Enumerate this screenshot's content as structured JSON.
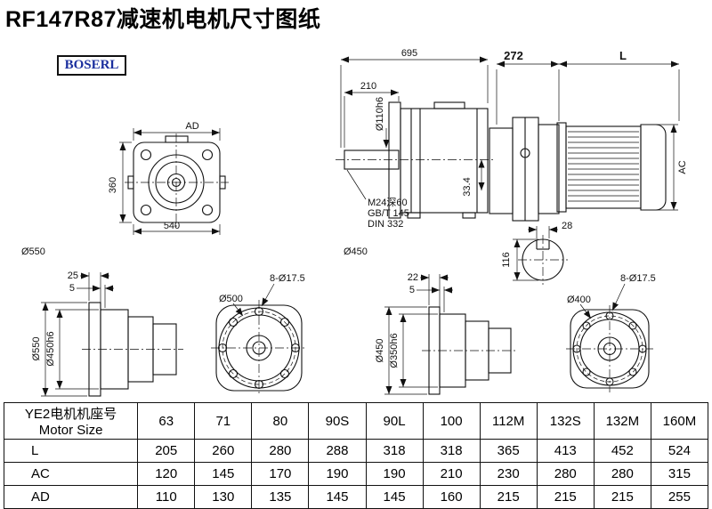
{
  "page": {
    "title": "RF147R87减速机电机尺寸图纸",
    "brand": "BOSERL"
  },
  "colors": {
    "brand_blue": "#1b2f9e",
    "line_black": "#111111"
  },
  "front_view": {
    "dim_width_label": "AD",
    "dim_height": "360",
    "dim_base": "540",
    "flange_dia": "Ø550"
  },
  "side_view": {
    "dim_total": "695",
    "dim_shaft_len": "210",
    "shaft_dia": "Ø110h6",
    "tap_note": "M24深60",
    "std_note1": "GB/T 145",
    "std_note2": "DIN 332",
    "dim_key": "33.4",
    "flange_dia": "Ø450"
  },
  "motor_view": {
    "dim_adapter": "272",
    "dim_motor_len": "L",
    "dim_motor_dia": "AC",
    "dim_key_width": "28",
    "dim_shaft_height": "116"
  },
  "flange_side_a": {
    "dim_thickness": "25",
    "dim_step": "5",
    "outer_dia": "Ø550",
    "spigot_dia": "Ø450h6"
  },
  "flange_front_a": {
    "holes": "8-Ø17.5",
    "bolt_circle": "Ø500"
  },
  "flange_side_b": {
    "dim_thickness": "22",
    "dim_step": "5",
    "outer_dia": "Ø450",
    "spigot_dia": "Ø350h6"
  },
  "flange_front_b": {
    "holes": "8-Ø17.5",
    "bolt_circle": "Ø400"
  },
  "table": {
    "header_cn": "YE2电机机座号",
    "header_en": "Motor Size",
    "columns": [
      "63",
      "71",
      "80",
      "90S",
      "90L",
      "100",
      "112M",
      "132S",
      "132M",
      "160M"
    ],
    "rows": [
      {
        "label": "L",
        "values": [
          "205",
          "260",
          "280",
          "288",
          "318",
          "318",
          "365",
          "413",
          "452",
          "524"
        ]
      },
      {
        "label": "AC",
        "values": [
          "120",
          "145",
          "170",
          "190",
          "190",
          "210",
          "230",
          "280",
          "280",
          "315"
        ]
      },
      {
        "label": "AD",
        "values": [
          "110",
          "130",
          "135",
          "145",
          "145",
          "160",
          "215",
          "215",
          "215",
          "255"
        ]
      }
    ]
  }
}
